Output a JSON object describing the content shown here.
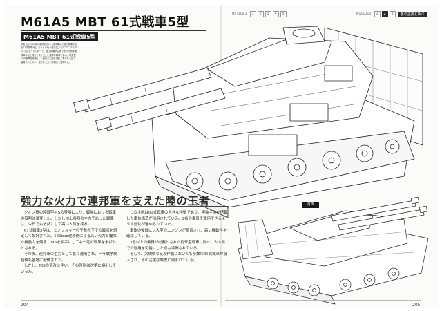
{
  "page_title": "M61A5 MBT 61式戦車5型",
  "section_label": "M61A5 MBT 61式戦車5型",
  "intro_text": "宇宙世紀0080年に制式化され、試作車ほか主力戦車である61式戦車5型。それらの後一般兵装された“ミニアの61式”とはまったく同一で、陸上兵器が主体であった地球連邦軍の地上戦力を長く支えた優秀な戦車である。従来型61式戦車を改修し、2連装の主砲を搭載。車体も一部で装備されたほか、強力な火力と防御力を発揮した。",
  "headline": "強力な火力で連邦軍を支えた陸の王者",
  "body_col1": [
    "ジオン軍の陸戦型MSの登場により、戦場における戦車の役割は激変した。しかし地上兵器の主力であった戦車は、今日でも依然として高い人気を誇る。",
    "61式戦車5型は、ミノフスキー粒子散布下での戦闘を想定して設計された。150mm連装砲による高い火力と優れた機動力を備え、MSを相手にしても一定の戦果を挙げたとされる。",
    "その後、連邦軍の主力として長く運用され、一年戦争終結後も各地に配備された。",
    "しかし、MSの普及に伴い、その役割は次第に縮小していった。"
  ],
  "body_col2": [
    "この主砲は61式戦車の大きな特徴であり、連装主砲を搭載した車体構造が採用されている。2名の乗員で運用できるよう自動化が進められていた。",
    "車体の後部には大型のエンジンが配置され、高い機動性を確保している。",
    "3号以上の乗員が必要とされた従来型戦車に比べ、少人数での運用を可能にした点も評価されている。",
    "そして、大規模な反攻作戦においても多数の61式戦車が投入され、その活躍は戦史に刻まれている。"
  ],
  "rear_label": "背面",
  "folio_left": "204",
  "folio_right": "205",
  "nav_left": {
    "label": "MS CLUB 2",
    "boxes": [
      "1",
      "2",
      "3",
      "4",
      "5"
    ]
  },
  "nav_right": {
    "label": "MS CLUB 2",
    "boxes": [
      "1",
      "2",
      "3"
    ],
    "active": "2",
    "tag": "各の主要と新べ"
  }
}
